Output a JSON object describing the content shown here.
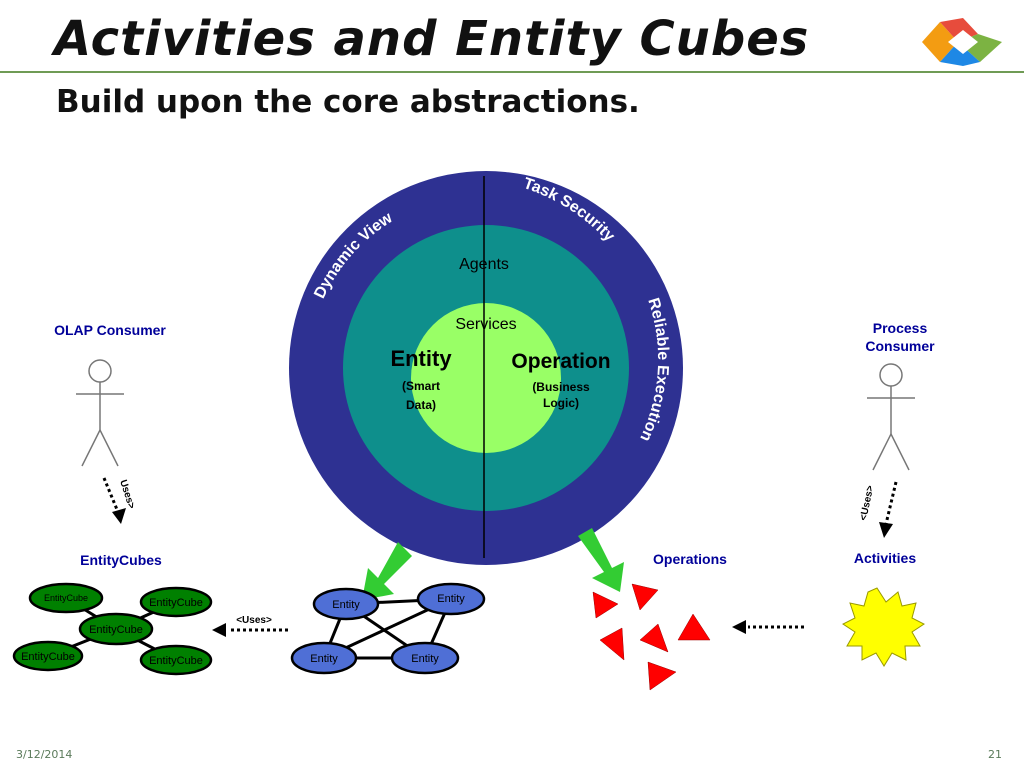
{
  "slide": {
    "title": "Activities and Entity Cubes",
    "subtitle": "Build upon the core abstractions.",
    "date": "3/12/2014",
    "page_number": "21"
  },
  "diagram": {
    "rings": {
      "outer_left": "Dynamic View",
      "outer_top_right": "Task Security",
      "outer_right": "Reliable Execution",
      "middle": "Agents",
      "inner": "Services"
    },
    "entity": {
      "label": "Entity",
      "sub1": "(Smart",
      "sub2": "Data)"
    },
    "operation": {
      "label": "Operation",
      "sub1": "(Business",
      "sub2": "Logic)"
    },
    "olap_consumer": "OLAP Consumer",
    "process_consumer": {
      "line1": "Process",
      "line2": "Consumer"
    },
    "uses_label": "Uses>",
    "uses_label_right": "<Uses>",
    "uses_label_horizontal": "<Uses>",
    "entitycubes_title": "EntityCubes",
    "entitycube_nodes": [
      "EntityCube",
      "EntityCube",
      "EntityCube",
      "EntityCube",
      "EntityCube"
    ],
    "entity_nodes": [
      "Entity",
      "Entity",
      "Entity",
      "Entity"
    ],
    "operations_title": "Operations",
    "activities_title": "Activities",
    "colors": {
      "outer_ring": "#2e3192",
      "middle_ring": "#0e8f8c",
      "inner_circle": "#99ff66",
      "label_blue": "#000099",
      "entitycube_fill": "#008000",
      "entity_fill": "#4f6fd6",
      "triangle_fill": "#ff0000",
      "star_fill": "#ffff00",
      "arrow_green": "#33cc33"
    }
  }
}
